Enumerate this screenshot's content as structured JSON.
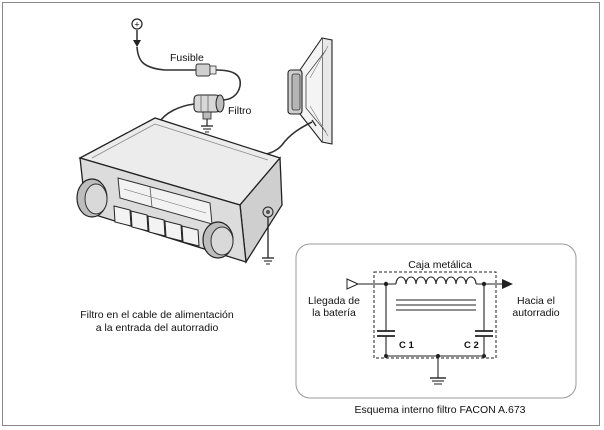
{
  "labels": {
    "plus": "+",
    "fuse": "Fusible",
    "filter": "Filtro",
    "caption_line1": "Filtro en el cable de alimentación",
    "caption_line2": "a la entrada del autorradio",
    "box_title": "Caja metálica",
    "in_line1": "Llegada de",
    "in_line2": "la batería",
    "out_line1": "Hacia el",
    "out_line2": "autorradio",
    "c1": "C 1",
    "c2": "C 2",
    "schema_caption": "Esquema interno filtro FACON A.673"
  }
}
